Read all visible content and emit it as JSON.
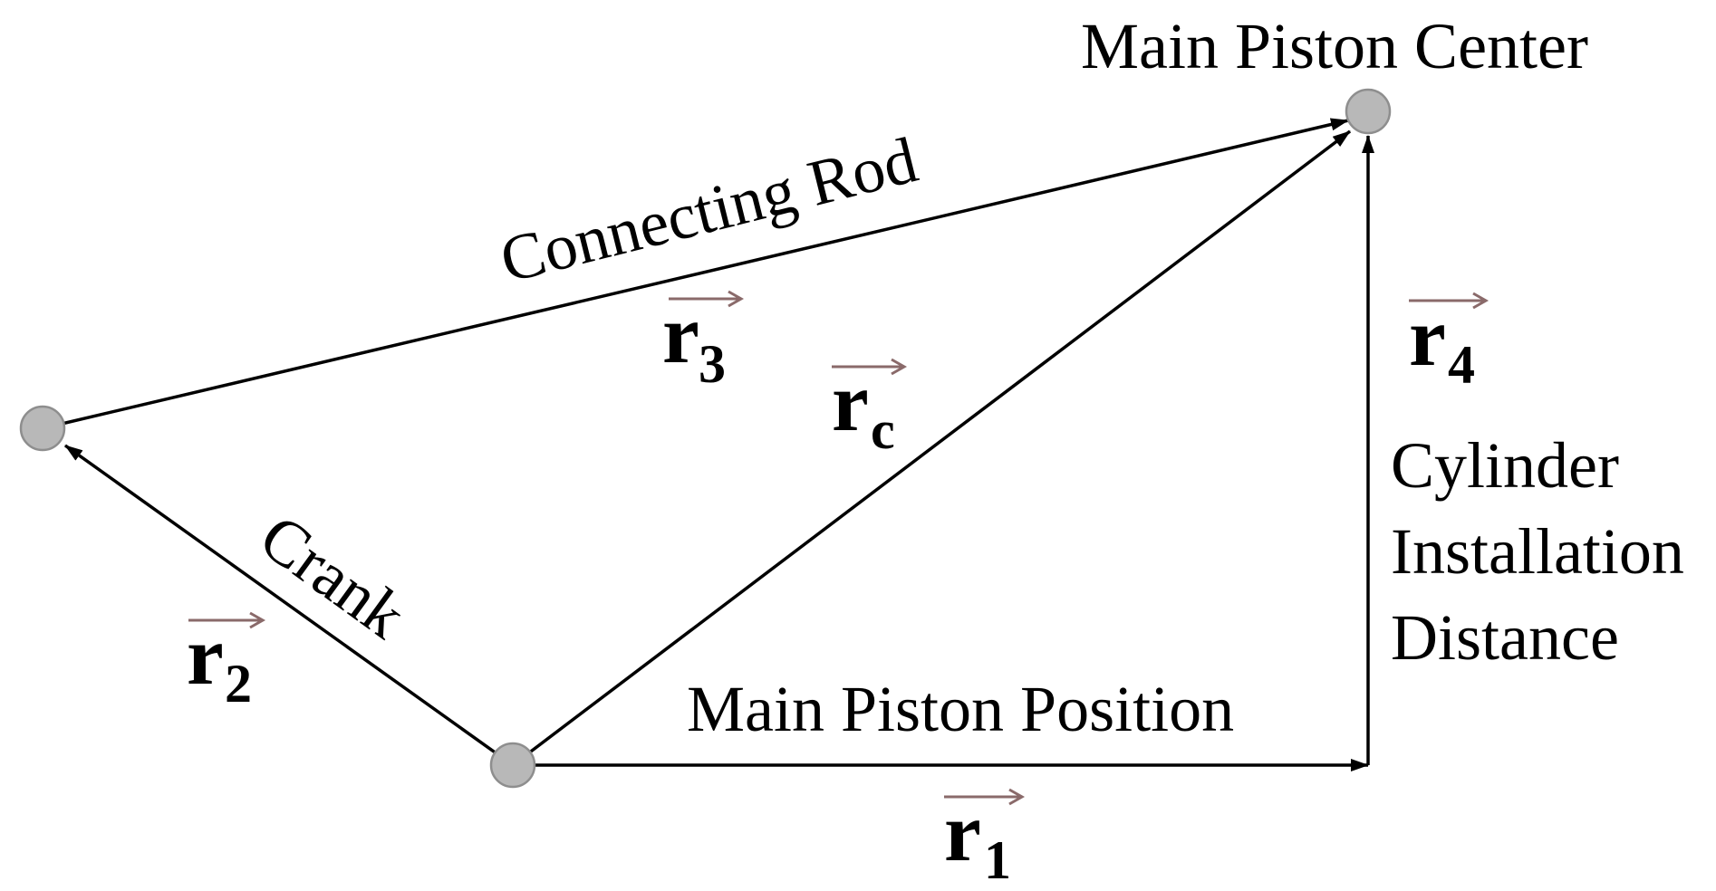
{
  "labels": {
    "main_piston_center": "Main Piston Center",
    "connecting_rod": "Connecting Rod",
    "crank": "Crank",
    "main_piston_position": "Main Piston Position",
    "cylinder_line1": "Cylinder",
    "cylinder_line2": "Installation",
    "cylinder_line3": "Distance"
  },
  "vectors": {
    "r1": {
      "base": "r",
      "sub": "1"
    },
    "r2": {
      "base": "r",
      "sub": "2"
    },
    "r3": {
      "base": "r",
      "sub": "3"
    },
    "r4": {
      "base": "r",
      "sub": "4"
    },
    "rc": {
      "base": "r",
      "sub": "c"
    }
  },
  "colors": {
    "line": "#000000",
    "joint_fill": "#b8b8b8",
    "joint_stroke": "#8e8e8e",
    "vector_overline": "#8a6a6a"
  }
}
